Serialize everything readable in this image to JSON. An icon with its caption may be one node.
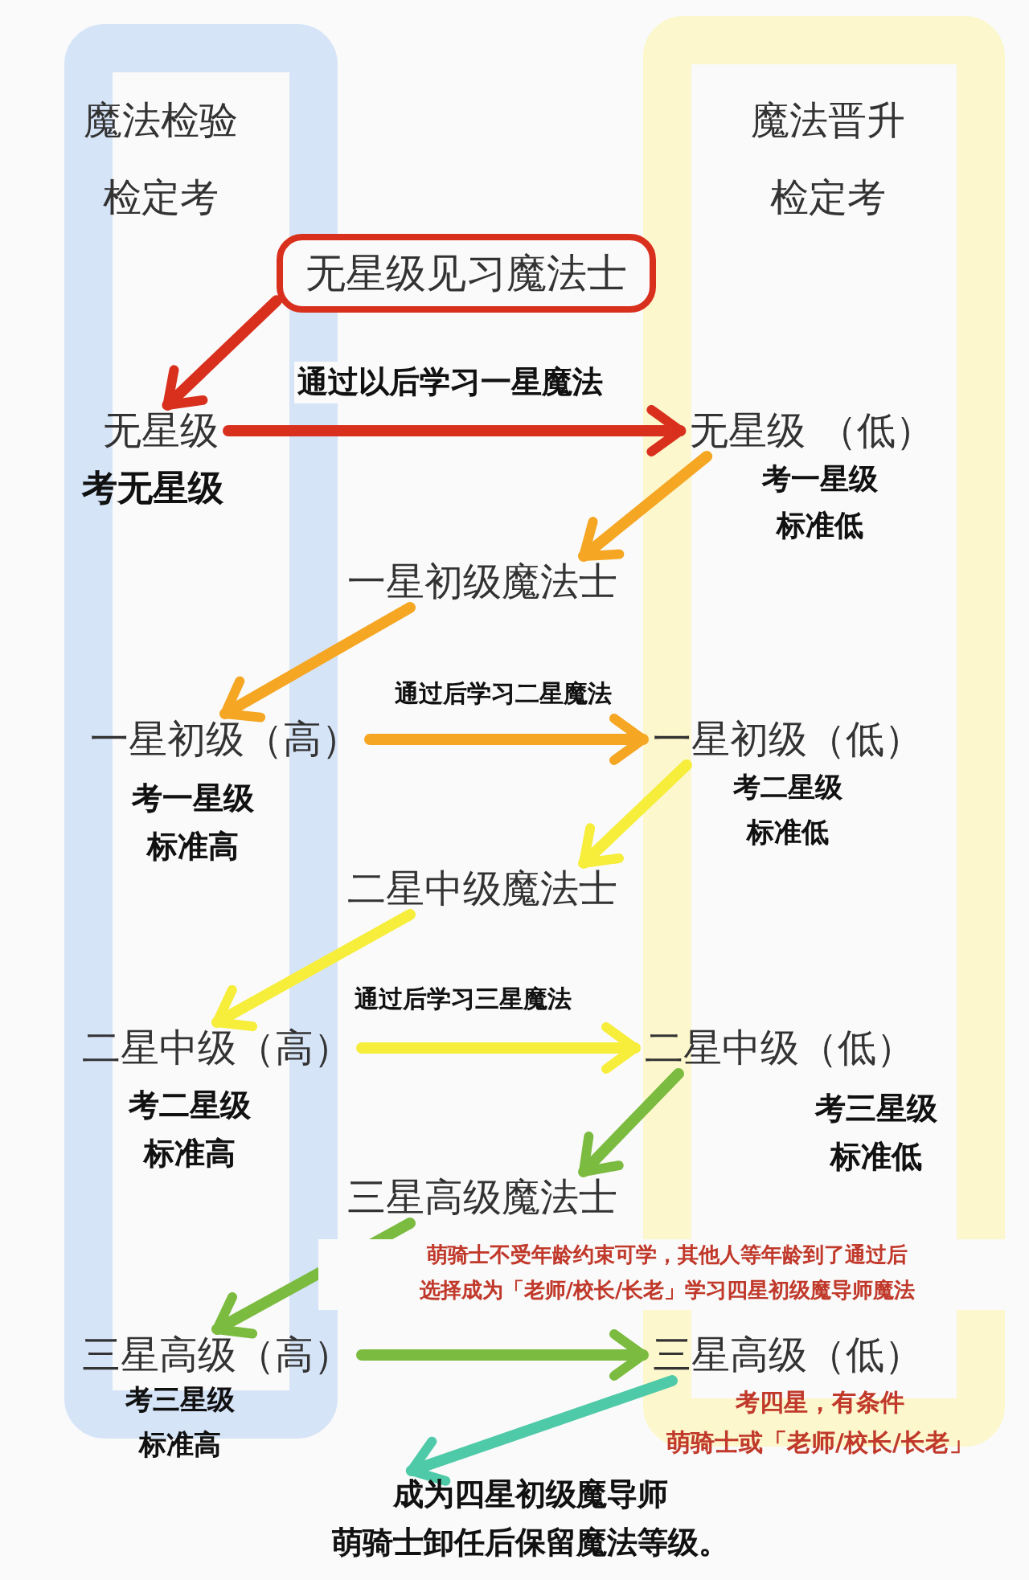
{
  "diagram": {
    "nodes": [
      {
        "text": [
          "无星级见习魔法士"
        ]
      },
      {
        "text": [
          "无星级"
        ],
        "beside": [
          "考无星级"
        ]
      },
      {
        "text": [
          "无星级 （低）"
        ],
        "beside": [
          "考一星级",
          "标准低"
        ]
      },
      {
        "text": [
          "一星初级魔法士"
        ]
      },
      {
        "text": [
          "一星初级（高）"
        ],
        "beside": [
          "考一星级",
          "标准高"
        ]
      },
      {
        "text": [
          "一星初级（低）"
        ],
        "beside": [
          "考二星级",
          "标准低"
        ]
      },
      {
        "text": [
          "二星中级魔法士"
        ]
      },
      {
        "text": [
          "二星中级（高）"
        ],
        "beside": [
          "考二星级",
          "标准高"
        ]
      },
      {
        "text": [
          "二星中级（低）"
        ],
        "beside": [
          "考三星级",
          "标准低"
        ]
      },
      {
        "text": [
          "三星高级魔法士"
        ]
      },
      {
        "text": [
          "三星高级（高）"
        ],
        "beside": [
          "考三星级",
          "标准高"
        ]
      },
      {
        "text": [
          "三星高级（低）"
        ],
        "beside": [
          "考四星，有条件",
          "萌骑士或「老师/校长/长老」"
        ]
      },
      {
        "text": [
          "成为四星初级魔导师",
          "萌骑士卸任后保留魔法等级。"
        ]
      }
    ],
    "edges": [
      {
        "from": 0,
        "to": 1,
        "arrow": "to",
        "color": "#d9301e"
      },
      {
        "from": 1,
        "to": 2,
        "arrow": "to",
        "color": "#d9301e",
        "label": "通过以后学习一星魔法"
      },
      {
        "from": 2,
        "to": 3,
        "arrow": "to",
        "color": "#f5a623"
      },
      {
        "from": 3,
        "to": 4,
        "arrow": "to",
        "color": "#f5a623"
      },
      {
        "from": 4,
        "to": 5,
        "arrow": "to",
        "color": "#f5a623",
        "label": "通过后学习二星魔法"
      },
      {
        "from": 5,
        "to": 6,
        "arrow": "to",
        "color": "#f6ee3a"
      },
      {
        "from": 6,
        "to": 7,
        "arrow": "to",
        "color": "#f6ee3a"
      },
      {
        "from": 7,
        "to": 8,
        "arrow": "to",
        "color": "#f6ee3a",
        "label": "通过后学习三星魔法"
      },
      {
        "from": 8,
        "to": 9,
        "arrow": "to",
        "color": "#7bbb3f"
      },
      {
        "from": 9,
        "to": 10,
        "arrow": "to",
        "color": "#7bbb3f"
      },
      {
        "from": 10,
        "to": 11,
        "arrow": "to",
        "color": "#7bbb3f",
        "label": "萌骑士不受年龄约束可学，其他人等年龄到了通过后选择成为「老师/校长/长老」学习四星初级魔导师魔法"
      },
      {
        "from": 11,
        "to": 12,
        "arrow": "to",
        "color": "#4fcaa8"
      }
    ],
    "labels": [
      "魔法检验",
      "检定考",
      "魔法晋升",
      "检定考"
    ]
  }
}
